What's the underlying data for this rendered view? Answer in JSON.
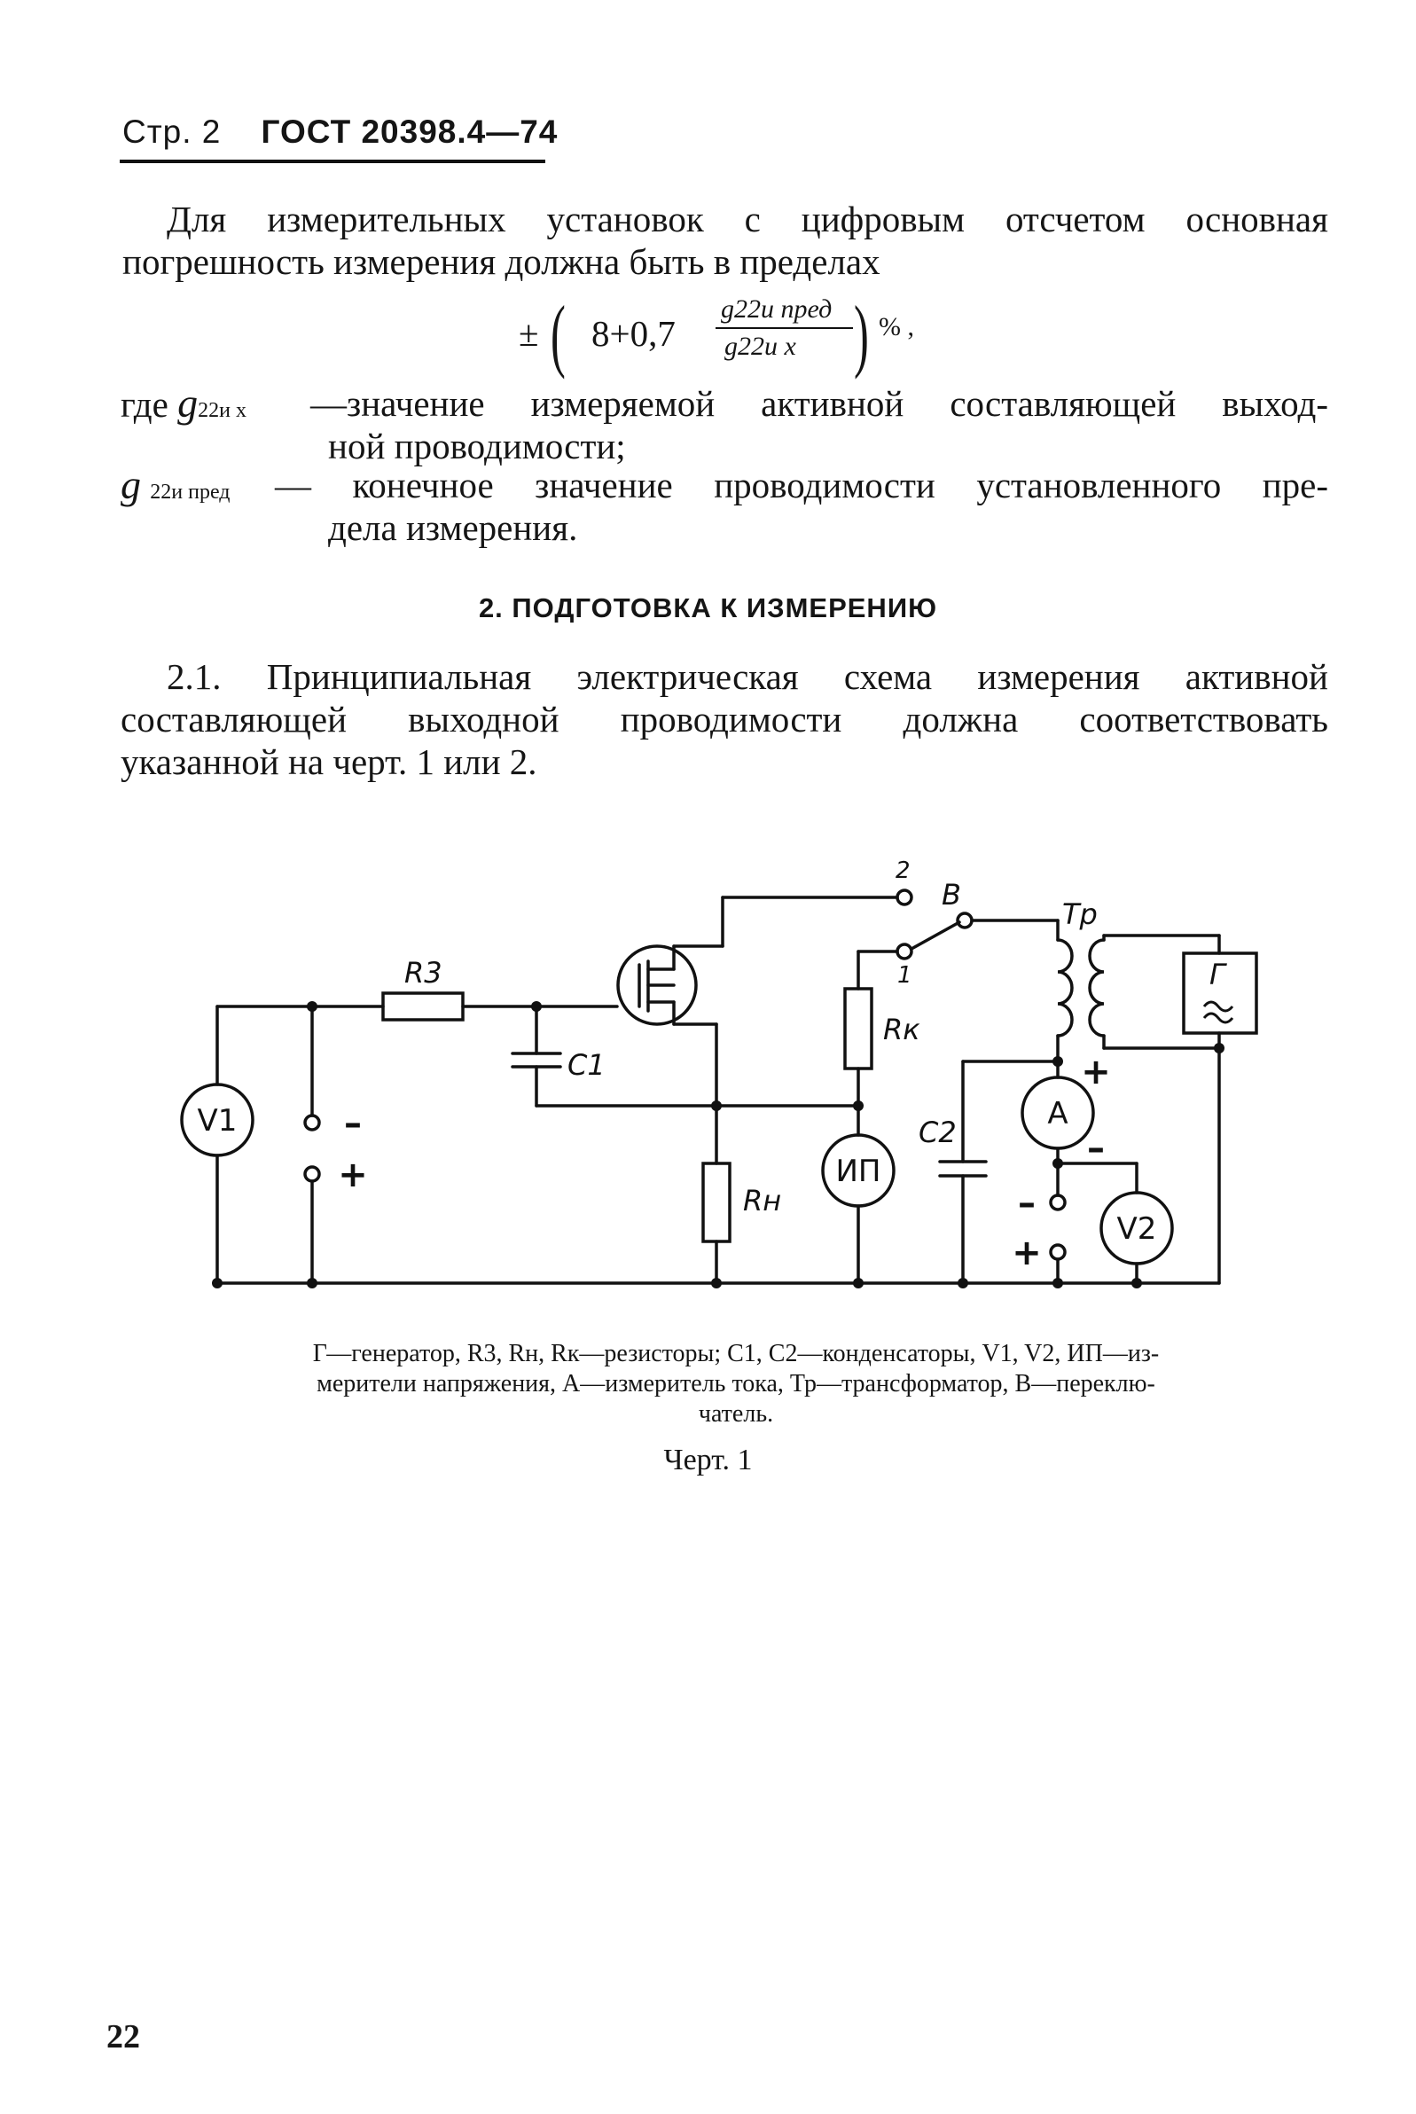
{
  "header": {
    "page_label": "Стр. 2",
    "standard": "ГОСТ 20398.4—74"
  },
  "intro": {
    "line1": "Для измерительных установок с цифровым отсчетом основная",
    "line2": "погрешность измерения должна быть в пределах"
  },
  "formula": {
    "pm": "±",
    "expr": "8+0,7",
    "numerator": "g22и пред",
    "denominator": "g22и x",
    "percent": "%",
    "tail": ","
  },
  "definitions": [
    {
      "symbol": "g",
      "subscript": "22и x",
      "line1": "—значение измеряемой активной составляющей выход-",
      "line2": "ной проводимости;"
    },
    {
      "symbol": "g",
      "subscript": "22и пред",
      "line1": "— конечное значение проводимости установленного пре-",
      "line2": "дела измерения."
    }
  ],
  "section": {
    "title": "2. ПОДГОТОВКА К ИЗМЕРЕНИЮ"
  },
  "para_2_1": {
    "line1": "2.1. Принципиальная электрическая схема измерения активной",
    "line2": "составляющей выходной проводимости должна соответствовать",
    "line3": "указанной на черт. 1 или 2."
  },
  "diagram": {
    "labels": {
      "r3": "R3",
      "c1": "C1",
      "rk": "Rк",
      "rn": "Rн",
      "ip": "ИП",
      "c2": "C2",
      "a": "A",
      "v1": "V1",
      "v2": "V2",
      "tr": "Тр",
      "gen": "Г",
      "switch": "B",
      "term1": "1",
      "term2": "2",
      "minus": "–",
      "plus": "+"
    }
  },
  "caption": {
    "line1": "Г—генератор, R3, Rн, Rк—резисторы; C1, C2—конденсаторы, V1, V2, ИП—из-",
    "line2": "мерители напряжения, A—измеритель тока, Тр—трансформатор, B—переклю-",
    "line3": "чатель."
  },
  "figure_label": "Черт. 1",
  "page_number": "22"
}
